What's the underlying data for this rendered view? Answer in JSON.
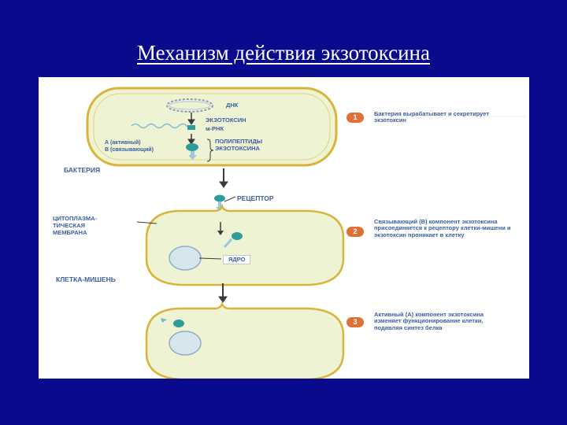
{
  "title": "Механизм действия экзотоксина",
  "diagram": {
    "labels": {
      "dna": "ДНК",
      "exotoxin": "ЭКЗОТОКСИН",
      "mrna": "м-РНК",
      "component_a": "А (активный)",
      "component_b": "В (связывающий)",
      "polypeptides_1": "ПОЛИПЕПТИДЫ",
      "polypeptides_2": "ЭКЗОТОКСИНА",
      "bacterium": "БАКТЕРИЯ",
      "receptor": "РЕЦЕПТОР",
      "membrane_1": "ЦИТОПЛАЗМА-",
      "membrane_2": "ТИЧЕСКАЯ",
      "membrane_3": "МЕМБРАНА",
      "nucleus": "ЯДРО",
      "target_cell": "КЛЕТКА-МИШЕНЬ"
    },
    "steps": [
      {
        "number": "1",
        "text": "Бактерия вырабатывает и секретирует экзотоксин"
      },
      {
        "number": "2",
        "text": "Связывающий (В) компонент экзотоксина присоединяется к рецептору клетки-мишени и экзотоксин проникает в клетку"
      },
      {
        "number": "3",
        "text": "Активный (А) компонент экзотоксина изменяет функционирование клетки, подавляя синтез белка"
      }
    ],
    "colors": {
      "background": "#0a0a8c",
      "cell_fill": "#eef3d4",
      "cell_border": "#d9b43c",
      "label_text": "#3a5fa0",
      "toxin_teal": "#2e9c9a",
      "badge": "#e0703a"
    }
  }
}
